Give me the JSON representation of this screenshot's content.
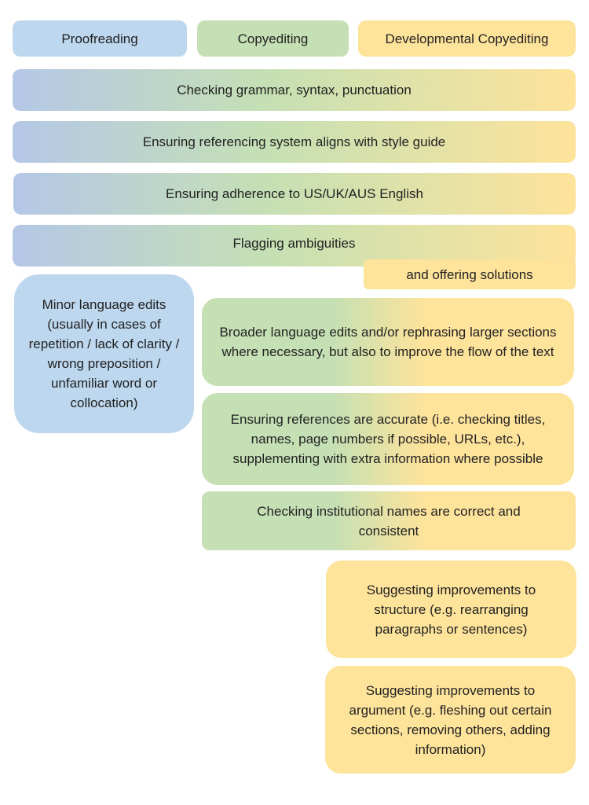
{
  "headers": {
    "proofreading": "Proofreading",
    "copyediting": "Copyediting",
    "developmental": "Developmental Copyediting"
  },
  "shared_tasks": [
    "Checking grammar, syntax, punctuation",
    "Ensuring referencing system aligns with style guide",
    "Ensuring adherence to US/UK/AUS English",
    "Flagging ambiguities"
  ],
  "offering_solutions": "and offering solutions",
  "proofreading_task": "Minor language edits (usually in cases of repetition / lack of clarity / wrong preposition / unfamiliar word or collocation)",
  "copyediting_tasks": [
    "Broader language edits and/or rephrasing larger sections where necessary, but also to improve the flow of the text",
    "Ensuring references are accurate (i.e. checking titles, names, page numbers if possible, URLs, etc.), supplementing with extra information where possible",
    "Checking institutional names are correct and consistent"
  ],
  "developmental_tasks": [
    "Suggesting improvements to structure (e.g. rearranging paragraphs or sentences)",
    "Suggesting improvements to argument (e.g. fleshing out certain sections, removing others, adding information)"
  ],
  "colors": {
    "proofreading": "#bdd7ee",
    "copyediting": "#c5e0b4",
    "developmental": "#fee39b"
  }
}
